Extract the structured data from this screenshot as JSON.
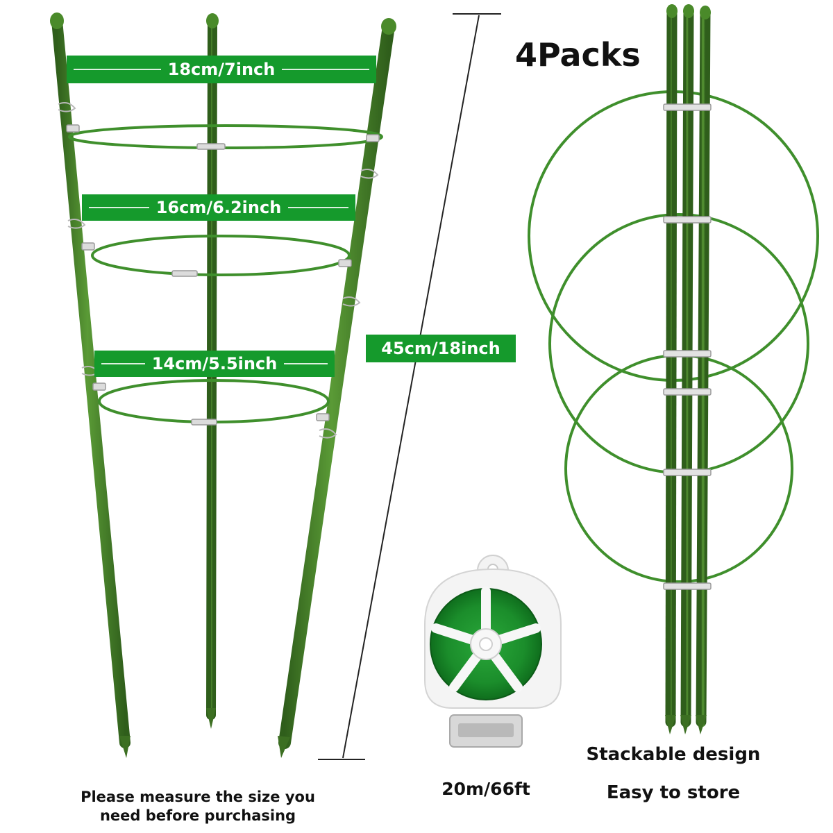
{
  "labels": {
    "ring_top": "18cm/7inch",
    "ring_middle": "16cm/6.2inch",
    "ring_bottom": "14cm/5.5inch",
    "height": "45cm/18inch",
    "packs": "4Packs",
    "wire_length": "20m/66ft",
    "stackable": "Stackable design",
    "easy_store": "Easy to store",
    "note_line1": "Please measure the size you",
    "note_line2": "need before purchasing"
  },
  "colors": {
    "accent_green": "#159a2c",
    "stake_green": "#4f8a2e",
    "stake_dark": "#3c6f22",
    "ring_green": "#3f8f2c",
    "text_dark": "#111111"
  }
}
